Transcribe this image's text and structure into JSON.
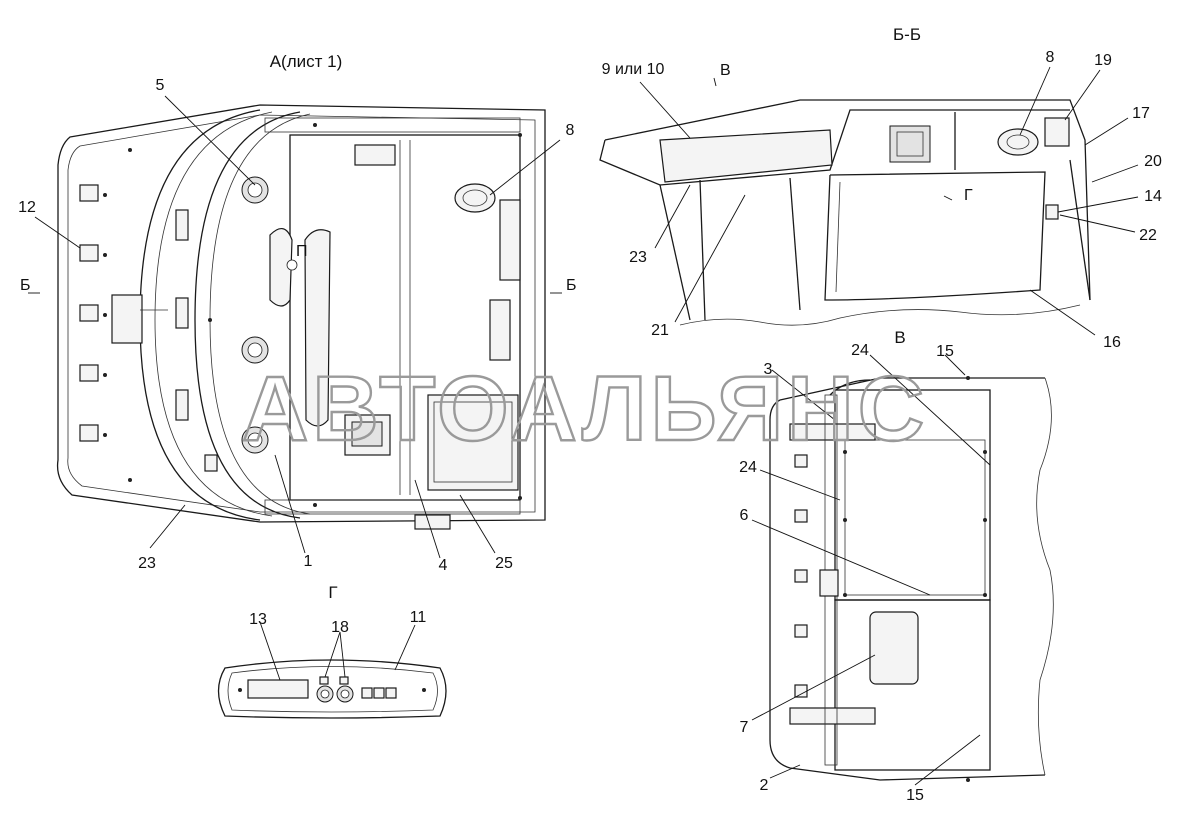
{
  "views": {
    "view_a": {
      "title": "А(лист 1)"
    },
    "section_bb": {
      "title": "Б-Б"
    },
    "view_v": {
      "title": "В"
    },
    "view_g": {
      "title": "Г"
    }
  },
  "markers": {
    "section_left": "Б",
    "section_right": "Б",
    "bb_arrow_v": "В",
    "bb_arrow_g": "Г",
    "top_p": "П"
  },
  "callouts": {
    "a_5": "5",
    "a_8": "8",
    "a_12": "12",
    "a_23": "23",
    "a_1": "1",
    "a_4": "4",
    "a_25": "25",
    "bb_9_10": "9 или 10",
    "bb_8": "8",
    "bb_19": "19",
    "bb_17": "17",
    "bb_20": "20",
    "bb_14": "14",
    "bb_22": "22",
    "bb_23": "23",
    "bb_21": "21",
    "bb_16": "16",
    "v_3": "3",
    "v_24_top": "24",
    "v_15_top": "15",
    "v_24_left": "24",
    "v_6": "6",
    "v_7": "7",
    "v_2": "2",
    "v_15_bottom": "15",
    "g_13": "13",
    "g_18": "18",
    "g_11": "11"
  },
  "watermark": "АВТОАЛЬЯНС"
}
